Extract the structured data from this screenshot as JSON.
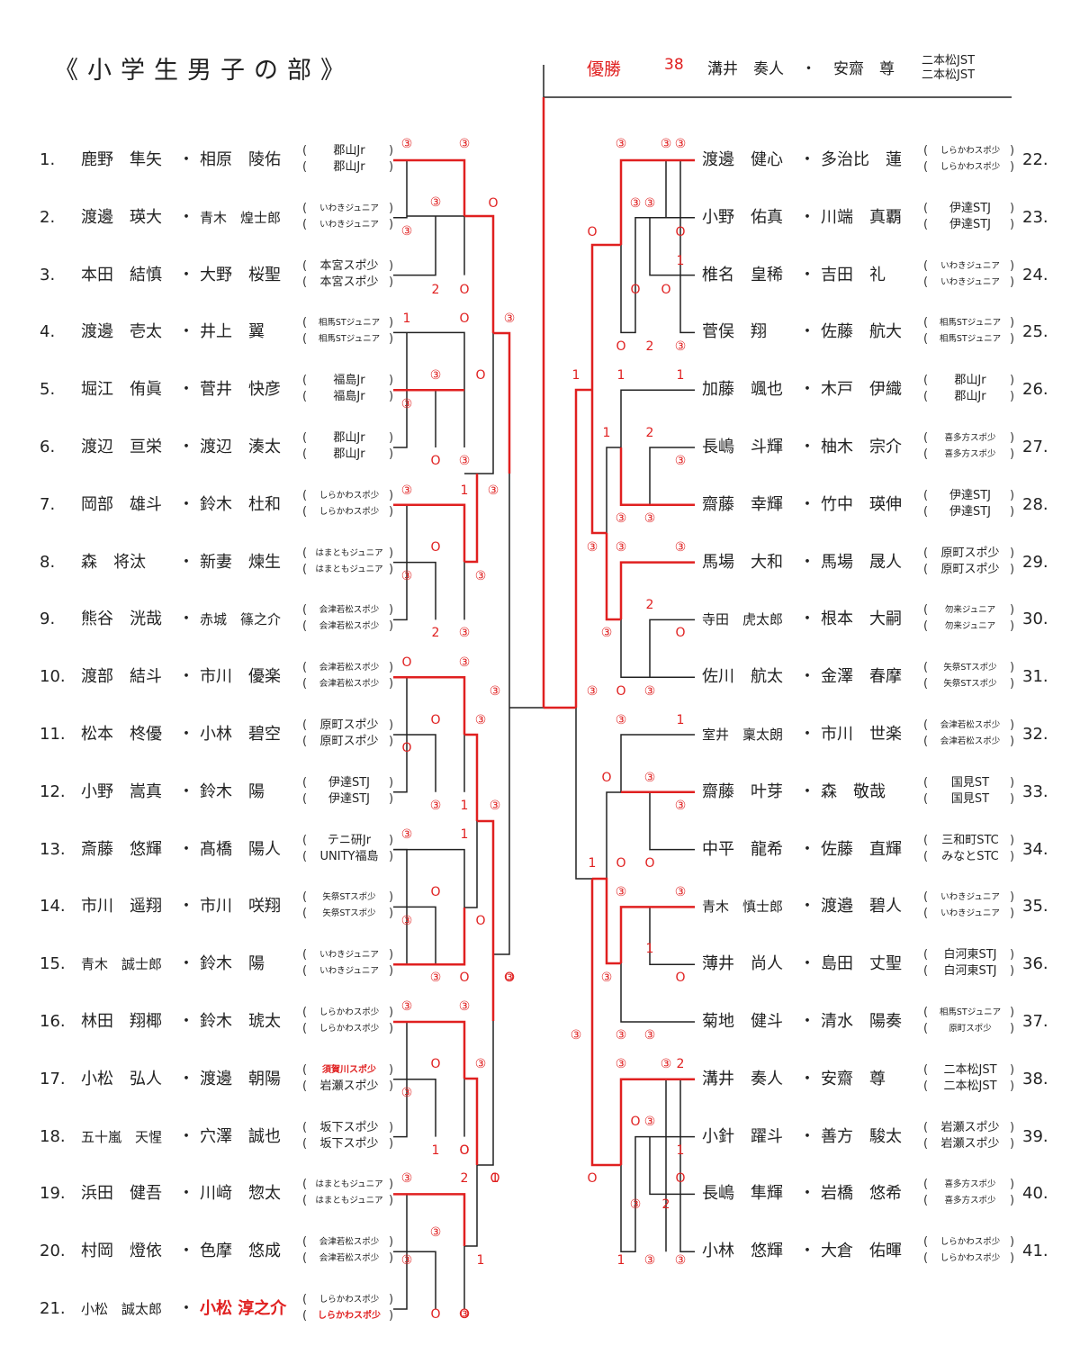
{
  "title": "《小学生男子の部》",
  "champion": {
    "label": "優勝",
    "number": "38",
    "player1": "溝井　奏人",
    "sep": "・",
    "player2": "安齋　尊",
    "club1": "二本松JST",
    "club2": "二本松JST"
  },
  "left_entries": [
    {
      "no": "1.",
      "p1": "鹿野　隼矢",
      "p2": "相原　陵佑",
      "c1": "郡山Jr",
      "c2": "郡山Jr"
    },
    {
      "no": "2.",
      "p1": "渡邊　瑛大",
      "p2": "青木　煌士郎",
      "c1": "いわきジュニア",
      "c2": "いわきジュニア",
      "small": true
    },
    {
      "no": "3.",
      "p1": "本田　結慎",
      "p2": "大野　桜聖",
      "c1": "本宮スポ少",
      "c2": "本宮スポ少"
    },
    {
      "no": "4.",
      "p1": "渡邊　壱太",
      "p2": "井上　翼",
      "c1": "相馬STジュニア",
      "c2": "相馬STジュニア",
      "small": true
    },
    {
      "no": "5.",
      "p1": "堀江　侑眞",
      "p2": "菅井　快彦",
      "c1": "福島Jr",
      "c2": "福島Jr"
    },
    {
      "no": "6.",
      "p1": "渡辺　亘栄",
      "p2": "渡辺　湊太",
      "c1": "郡山Jr",
      "c2": "郡山Jr"
    },
    {
      "no": "7.",
      "p1": "岡部　雄斗",
      "p2": "鈴木　杜和",
      "c1": "しらかわスポ少",
      "c2": "しらかわスポ少",
      "small": true
    },
    {
      "no": "8.",
      "p1": "森　将汰",
      "p2": "新妻　煉生",
      "c1": "はまともジュニア",
      "c2": "はまともジュニア",
      "small": true
    },
    {
      "no": "9.",
      "p1": "熊谷　洸哉",
      "p2": "赤城　篠之介",
      "c1": "会津若松スポ少",
      "c2": "会津若松スポ少",
      "small": true
    },
    {
      "no": "10.",
      "p1": "渡部　結斗",
      "p2": "市川　優楽",
      "c1": "会津若松スポ少",
      "c2": "会津若松スポ少",
      "small": true
    },
    {
      "no": "11.",
      "p1": "松本　柊優",
      "p2": "小林　碧空",
      "c1": "原町スポ少",
      "c2": "原町スポ少"
    },
    {
      "no": "12.",
      "p1": "小野　嵩真",
      "p2": "鈴木　陽",
      "c1": "伊達STJ",
      "c2": "伊達STJ"
    },
    {
      "no": "13.",
      "p1": "斎藤　悠輝",
      "p2": "髙橋　陽人",
      "c1": "テニ研Jr",
      "c2": "UNITY福島"
    },
    {
      "no": "14.",
      "p1": "市川　遥翔",
      "p2": "市川　咲翔",
      "c1": "矢祭STスポ少",
      "c2": "矢祭STスポ少",
      "small": true
    },
    {
      "no": "15.",
      "p1": "青木　誠士郎",
      "p2": "鈴木　陽",
      "c1": "いわきジュニア",
      "c2": "いわきジュニア",
      "small": true
    },
    {
      "no": "16.",
      "p1": "林田　翔椰",
      "p2": "鈴木　琥太",
      "c1": "しらかわスポ少",
      "c2": "しらかわスポ少",
      "small": true
    },
    {
      "no": "17.",
      "p1": "小松　弘人",
      "p2": "渡邊　朝陽",
      "c1": "須賀川スポ少",
      "c2": "岩瀬スポ少",
      "c1red": true
    },
    {
      "no": "18.",
      "p1": "五十嵐　天惺",
      "p2": "穴澤　誠也",
      "c1": "坂下スポ少",
      "c2": "坂下スポ少"
    },
    {
      "no": "19.",
      "p1": "浜田　健吾",
      "p2": "川﨑　惣太",
      "c1": "はまともジュニア",
      "c2": "はまともジュニア",
      "small": true
    },
    {
      "no": "20.",
      "p1": "村岡　燈依",
      "p2": "色摩　悠成",
      "c1": "会津若松スポ少",
      "c2": "会津若松スポ少",
      "small": true
    },
    {
      "no": "21.",
      "p1": "小松　誠太郎",
      "p2": "小松 淳之介",
      "c1": "しらかわスポ少",
      "c2": "しらかわスポ少",
      "small": true,
      "p2red": true,
      "c2red": true
    }
  ],
  "right_entries": [
    {
      "no": "22.",
      "p1": "渡邊　健心",
      "p2": "多治比　蓮",
      "c1": "しらかわスポ少",
      "c2": "しらかわスポ少",
      "small": true
    },
    {
      "no": "23.",
      "p1": "小野　佑真",
      "p2": "川端　真覇",
      "c1": "伊達STJ",
      "c2": "伊達STJ"
    },
    {
      "no": "24.",
      "p1": "椎名　皇稀",
      "p2": "吉田　礼",
      "c1": "いわきジュニア",
      "c2": "いわきジュニア",
      "small": true
    },
    {
      "no": "25.",
      "p1": "菅俣　翔",
      "p2": "佐藤　航大",
      "c1": "相馬STジュニア",
      "c2": "相馬STジュニア",
      "small": true
    },
    {
      "no": "26.",
      "p1": "加藤　颯也",
      "p2": "木戸　伊織",
      "c1": "郡山Jr",
      "c2": "郡山Jr"
    },
    {
      "no": "27.",
      "p1": "長嶋　斗輝",
      "p2": "柚木　宗介",
      "c1": "喜多方スポ少",
      "c2": "喜多方スポ少",
      "small": true
    },
    {
      "no": "28.",
      "p1": "齋藤　幸輝",
      "p2": "竹中　瑛伸",
      "c1": "伊達STJ",
      "c2": "伊達STJ"
    },
    {
      "no": "29.",
      "p1": "馬場　大和",
      "p2": "馬場　晟人",
      "c1": "原町スポ少",
      "c2": "原町スポ少"
    },
    {
      "no": "30.",
      "p1": "寺田　虎太郎",
      "p2": "根本　大嗣",
      "c1": "勿来ジュニア",
      "c2": "勿来ジュニア",
      "small": true
    },
    {
      "no": "31.",
      "p1": "佐川　航太",
      "p2": "金澤　春摩",
      "c1": "矢祭STスポ少",
      "c2": "矢祭STスポ少",
      "small": true
    },
    {
      "no": "32.",
      "p1": "室井　稟太朗",
      "p2": "市川　世楽",
      "c1": "会津若松スポ少",
      "c2": "会津若松スポ少",
      "small": true
    },
    {
      "no": "33.",
      "p1": "齋藤　叶芽",
      "p2": "森　敬哉",
      "c1": "国見ST",
      "c2": "国見ST"
    },
    {
      "no": "34.",
      "p1": "中平　龍希",
      "p2": "佐藤　直輝",
      "c1": "三和町STC",
      "c2": "みなとSTC"
    },
    {
      "no": "35.",
      "p1": "青木　慎士郎",
      "p2": "渡邉　碧人",
      "c1": "いわきジュニア",
      "c2": "いわきジュニア",
      "small": true
    },
    {
      "no": "36.",
      "p1": "薄井　尚人",
      "p2": "島田　丈聖",
      "c1": "白河東STJ",
      "c2": "白河東STJ"
    },
    {
      "no": "37.",
      "p1": "菊地　健斗",
      "p2": "清水　陽奏",
      "c1": "相馬STジュニア",
      "c2": "原町スポ少",
      "small": true
    },
    {
      "no": "38.",
      "p1": "溝井　奏人",
      "p2": "安齋　尊",
      "c1": "二本松JST",
      "c2": "二本松JST"
    },
    {
      "no": "39.",
      "p1": "小針　躍斗",
      "p2": "善方　駿太",
      "c1": "岩瀬スポ少",
      "c2": "岩瀬スポ少"
    },
    {
      "no": "40.",
      "p1": "長嶋　隼輝",
      "p2": "岩橋　悠希",
      "c1": "喜多方スポ少",
      "c2": "喜多方スポ少",
      "small": true
    },
    {
      "no": "41.",
      "p1": "小林　悠輝",
      "p2": "大倉　佑暉",
      "c1": "しらかわスポ少",
      "c2": "しらかわスポ少",
      "small": true
    }
  ],
  "scores": [
    "③",
    "③",
    "③",
    "③",
    "O",
    "2",
    "O",
    "1",
    "O",
    "③",
    "③",
    "O",
    "③",
    "O",
    "③",
    "③",
    "③",
    "1",
    "O",
    "③",
    "③",
    "2",
    "③",
    "O",
    "③",
    "③",
    "O",
    "③",
    "O",
    "③",
    "1",
    "③",
    "③",
    "1",
    "O",
    "③",
    "O",
    "③",
    "O",
    "O",
    "③",
    "③",
    "O",
    "③",
    "③",
    "1",
    "O",
    "③",
    "2",
    "1",
    "③",
    "③",
    "1",
    "O",
    "③",
    "O",
    "③",
    "O",
    "O",
    "③",
    "③",
    "③",
    "O",
    "③",
    "③",
    "O",
    "1",
    "O",
    "O",
    "O",
    "2",
    "③",
    "1",
    "1",
    "1",
    "1",
    "2",
    "③",
    "③",
    "③",
    "③",
    "③",
    "③",
    "2",
    "③",
    "O",
    "③",
    "O",
    "③",
    "③",
    "1",
    "O",
    "③",
    "③",
    "1",
    "O",
    "O",
    "③",
    "③",
    "1",
    "③",
    "O",
    "③",
    "③",
    "③",
    "③",
    "③",
    "2",
    "O",
    "③",
    "1",
    "O",
    "O",
    "③",
    "2",
    "1",
    "③",
    "③"
  ]
}
